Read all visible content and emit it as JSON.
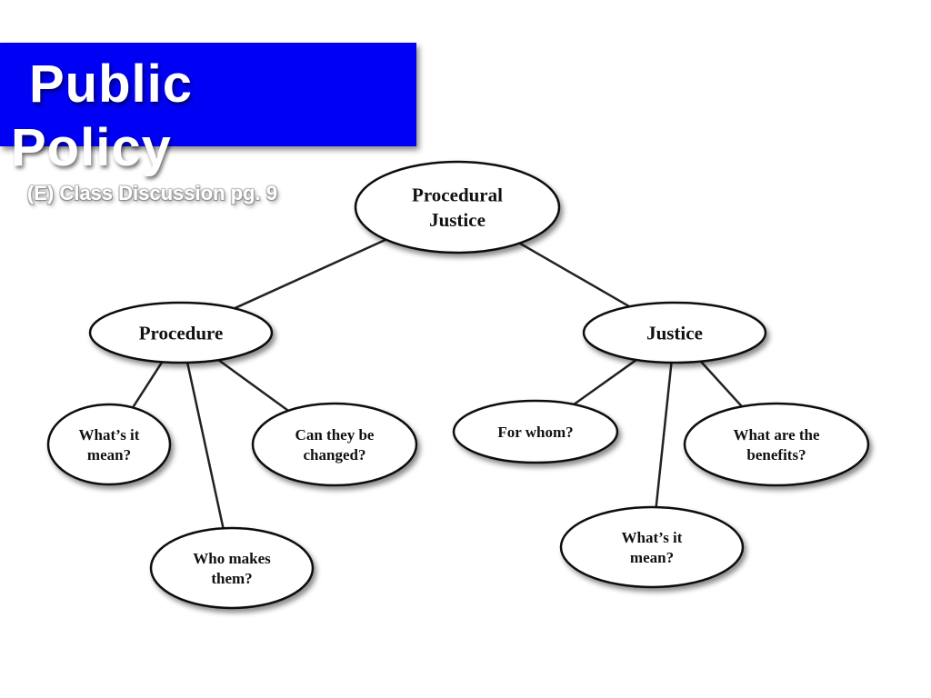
{
  "title": {
    "line1": "Public",
    "line2": "Policy"
  },
  "subtitle": "(E) Class Discussion pg. 9",
  "diagram": {
    "nodes": [
      {
        "id": "root",
        "lines": [
          "Procedural",
          "Justice"
        ]
      },
      {
        "id": "procedure",
        "lines": [
          "Procedure"
        ]
      },
      {
        "id": "justice",
        "lines": [
          "Justice"
        ]
      },
      {
        "id": "proc-meaning",
        "lines": [
          "What’s it",
          "mean?"
        ]
      },
      {
        "id": "proc-who",
        "lines": [
          "Who makes",
          "them?"
        ]
      },
      {
        "id": "proc-change",
        "lines": [
          "Can they be",
          "changed?"
        ]
      },
      {
        "id": "just-whom",
        "lines": [
          "For whom?"
        ]
      },
      {
        "id": "just-meaning",
        "lines": [
          "What’s it",
          "mean?"
        ]
      },
      {
        "id": "just-benefits",
        "lines": [
          "What are the",
          "benefits?"
        ]
      }
    ],
    "edges": [
      [
        "root",
        "procedure"
      ],
      [
        "root",
        "justice"
      ],
      [
        "procedure",
        "proc-meaning"
      ],
      [
        "procedure",
        "proc-who"
      ],
      [
        "procedure",
        "proc-change"
      ],
      [
        "justice",
        "just-whom"
      ],
      [
        "justice",
        "just-meaning"
      ],
      [
        "justice",
        "just-benefits"
      ]
    ]
  }
}
